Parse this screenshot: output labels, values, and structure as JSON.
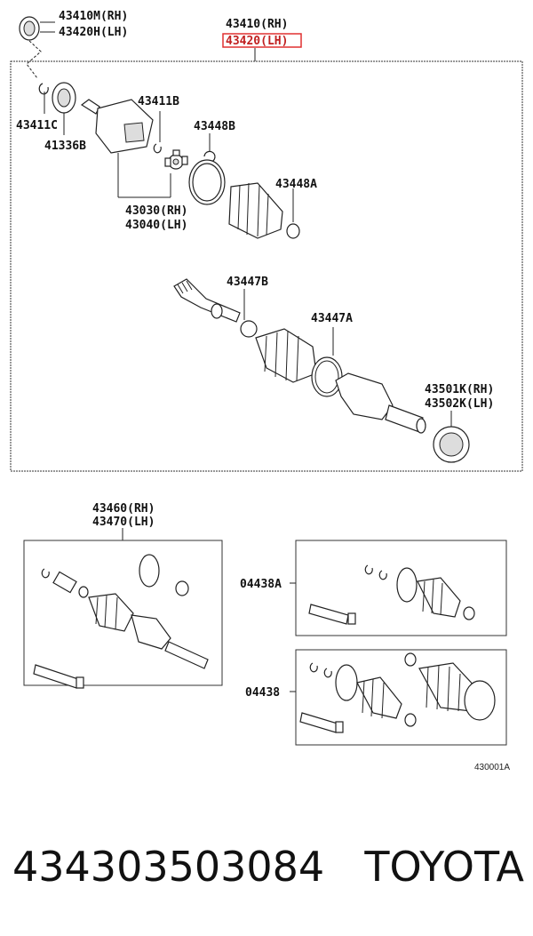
{
  "labels": {
    "p43410m": "43410M(RH)",
    "p43420h": "43420H(LH)",
    "p43410": "43410(RH)",
    "p43420": "43420(LH)",
    "p43411c": "43411C",
    "p41336b": "41336B",
    "p43411b": "43411B",
    "p43448b": "43448B",
    "p43448a": "43448A",
    "p43030": "43030(RH)",
    "p43040": "43040(LH)",
    "p43447b": "43447B",
    "p43447a": "43447A",
    "p43501k": "43501K(RH)",
    "p43502k": "43502K(LH)",
    "p43460": "43460(RH)",
    "p43470": "43470(LH)",
    "p04438a": "04438A",
    "p04438": "04438"
  },
  "figure_code": "430001A",
  "footer": {
    "part_number": "434303503084",
    "brand": "TOYOTA"
  },
  "highlight_color": "#e03030"
}
